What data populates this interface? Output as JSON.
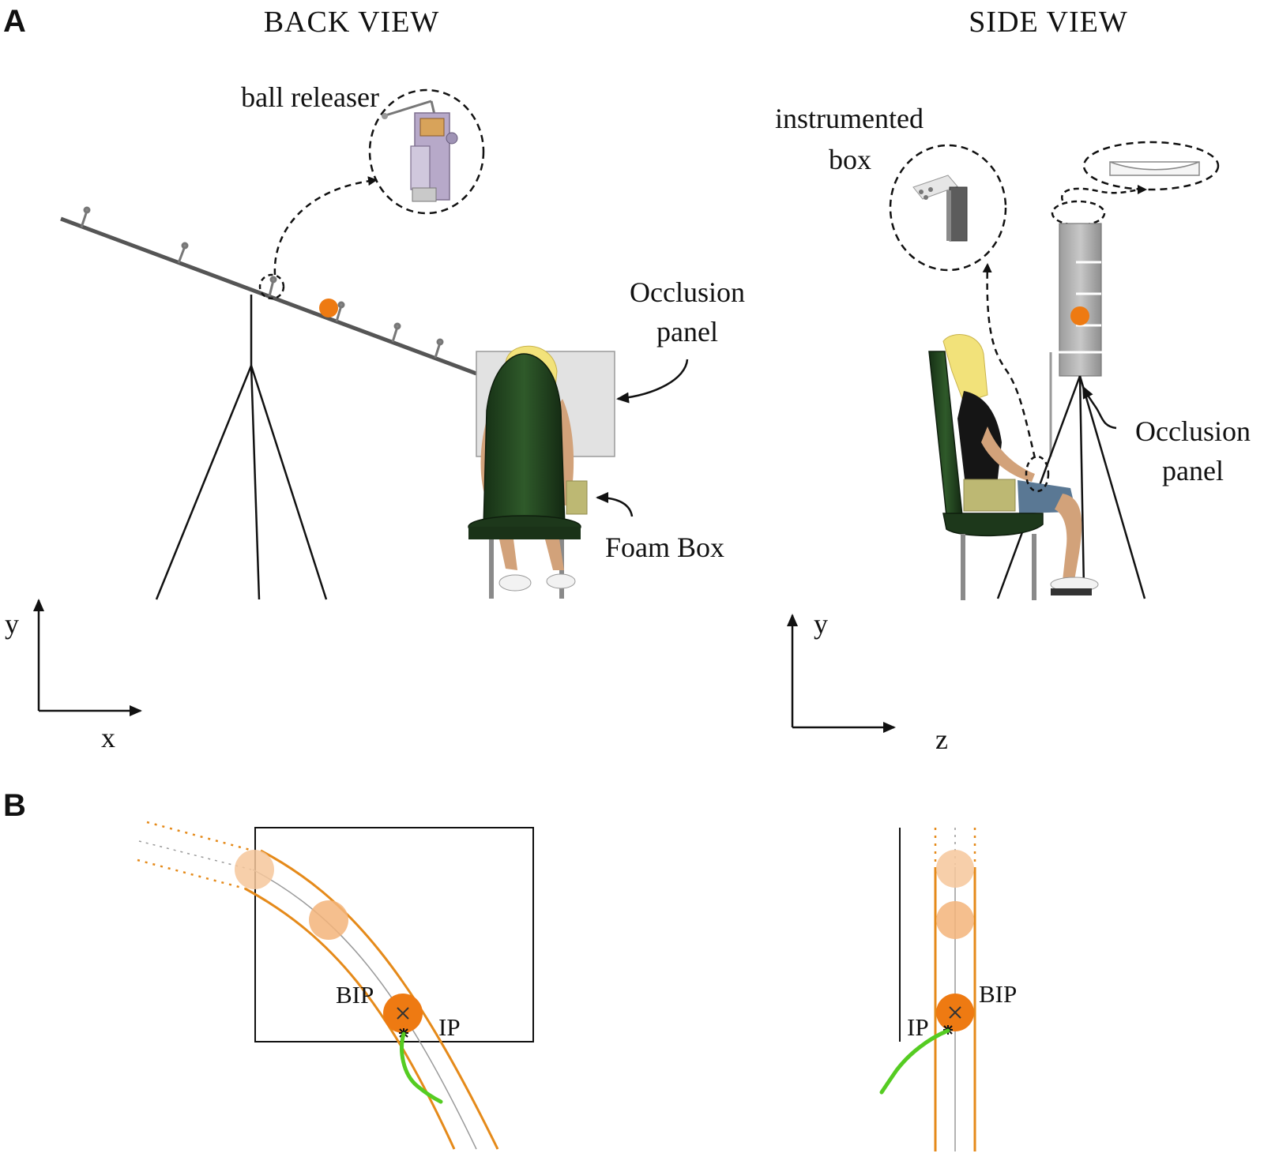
{
  "panels": {
    "a": {
      "letter": "A",
      "back_title": "BACK VIEW",
      "side_title": "SIDE VIEW",
      "back_labels": {
        "ball_releaser": "ball releaser",
        "occlusion_line1": "Occlusion",
        "occlusion_line2": "panel",
        "foam_box": "Foam Box"
      },
      "side_labels": {
        "instrumented_line1": "instrumented",
        "instrumented_line2": "box",
        "occlusion_line1": "Occlusion",
        "occlusion_line2": "panel"
      },
      "back_axes": {
        "vertical": "y",
        "horizontal": "x"
      },
      "side_axes": {
        "vertical": "y",
        "horizontal": "z"
      }
    },
    "b": {
      "letter": "B",
      "left_labels": {
        "bip": "BIP",
        "ip": "IP"
      },
      "right_labels": {
        "bip": "BIP",
        "ip": "IP"
      }
    }
  },
  "colors": {
    "ball": "#ee7a12",
    "ball_faded": "#f6c79b",
    "trajectory": "#e58a1a",
    "hand_path": "#55cc22",
    "chair": "#1f3d1b",
    "panel_fill": "#e2e2e2",
    "foam_box": "#bdb873",
    "hair": "#f2e27a"
  }
}
